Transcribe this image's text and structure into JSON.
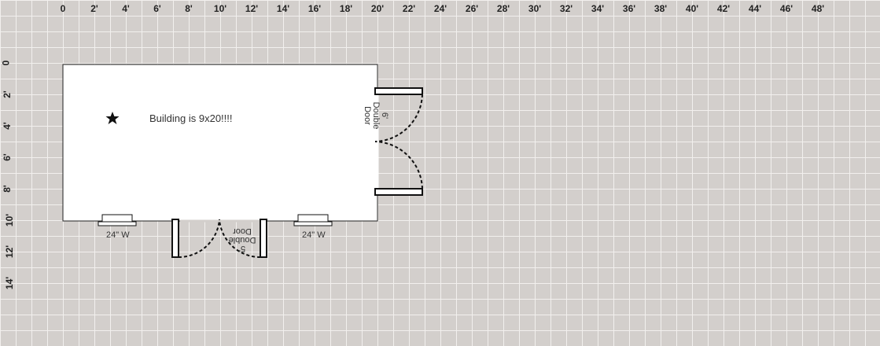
{
  "ruler": {
    "x_labels": [
      "0",
      "2'",
      "4'",
      "6'",
      "8'",
      "10'",
      "12'",
      "14'",
      "16'",
      "18'",
      "20'",
      "22'",
      "24'",
      "26'",
      "28'",
      "30'",
      "32'",
      "34'",
      "36'",
      "38'",
      "40'",
      "42'",
      "44'",
      "46'",
      "48'"
    ],
    "y_labels": [
      "0",
      "2'",
      "4'",
      "6'",
      "8'",
      "10'",
      "12'",
      "14'"
    ]
  },
  "building": {
    "label": "Building is 9x20!!!!"
  },
  "doors": [
    {
      "label_line1": "6'",
      "label_line2": "Double",
      "label_line3": "Door"
    },
    {
      "label_line1": "5'",
      "label_line2": "Double",
      "label_line3": "Door"
    }
  ],
  "windows": [
    {
      "label": "24\" W"
    },
    {
      "label": "24\" W"
    }
  ]
}
